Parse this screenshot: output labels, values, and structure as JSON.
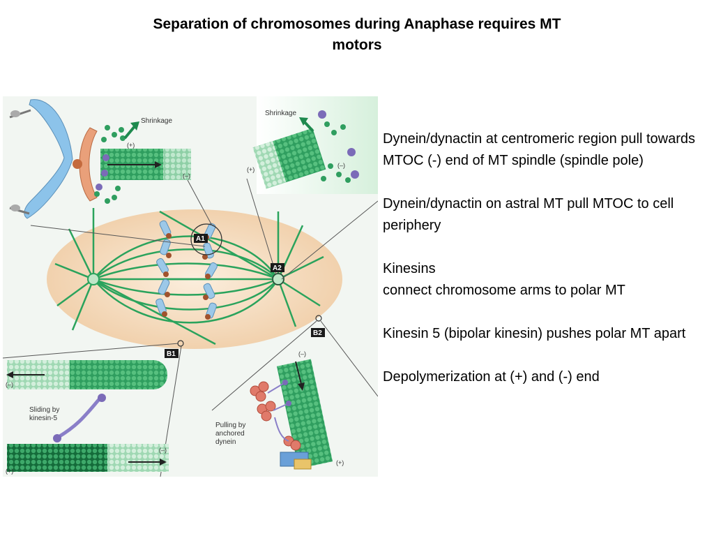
{
  "title": {
    "line1": "Separation of chromosomes during Anaphase requires MT",
    "line2": "motors"
  },
  "figure": {
    "labels": {
      "shrinkage_a1": "Shrinkage",
      "shrinkage_a2": "Shrinkage",
      "plus_a1": "(+)",
      "minus_a1": "(–)",
      "plus_a2": "(+)",
      "minus_a2": "(–)",
      "tag_a1": "A1",
      "tag_a2": "A2",
      "tag_b1": "B1",
      "tag_b2": "B2",
      "minus_b1_top": "(–)",
      "sliding_by": "Sliding by",
      "kinesin5": "kinesin-5",
      "minus_b1_bottom": "(–)",
      "plus_b1_bottom": "(+)",
      "minus_b2": "(–)",
      "plus_b2": "(+)",
      "pulling_by": "Pulling by",
      "anchored": "anchored",
      "dynein": "dynein"
    },
    "colors": {
      "microtubule_dark": "#1e8a4e",
      "microtubule_light": "#a6dcb8",
      "spindle": "#2aa35c",
      "cell_fill": "#f7e2c9",
      "chromosome": "#9cc8e8",
      "kinetochore": "#a0522d",
      "motor": "#7b6bb8",
      "tag": "#1a1a1a"
    }
  },
  "bullets": [
    "Dynein/dynactin at centromeric region pull towards MTOC (-) end of MT spindle (spindle pole)",
    "Dynein/dynactin on astral MT pull MTOC to cell periphery",
    "Kinesins",
    "connect chromosome arms to polar MT",
    "Kinesin 5 (bipolar kinesin) pushes polar MT apart",
    "Depolymerization at (+) and (-) end"
  ]
}
